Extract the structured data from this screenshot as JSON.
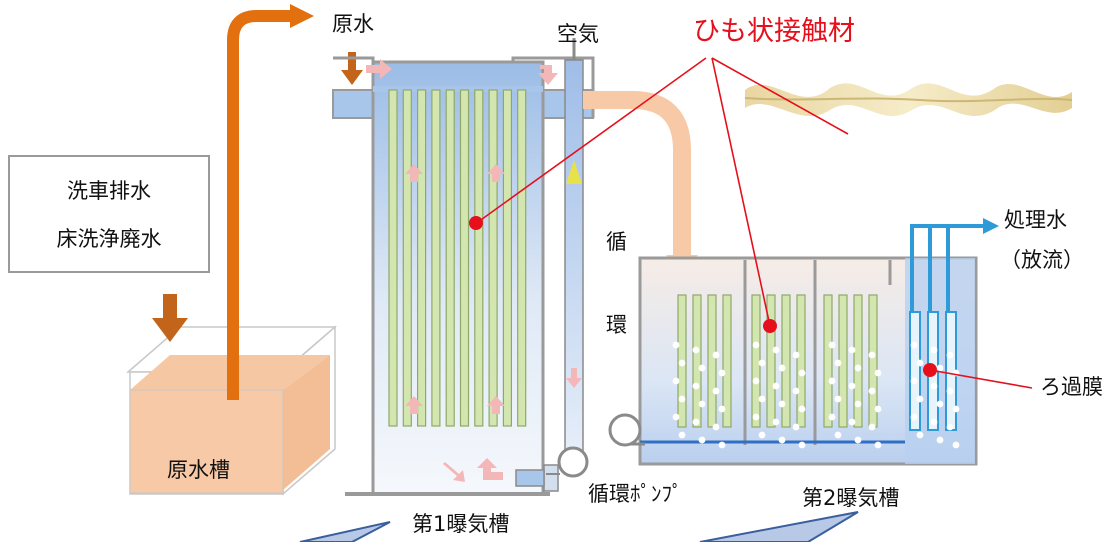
{
  "labels": {
    "wastewater_line1": "洗車排水",
    "wastewater_line2": "床洗浄廃水",
    "raw_water_tank": "原水槽",
    "raw_water": "原水",
    "air": "空気",
    "string_media": "ひも状接触材",
    "circulation_1": "循",
    "circulation_2": "環",
    "circulation_pump": "循環ﾎﾟﾝﾌﾟ",
    "first_aeration_tank": "第1曝気槽",
    "second_aeration_tank": "第2曝気槽",
    "treated_water": "処理水",
    "discharge": "（放流）",
    "filtration_membrane": "ろ過膜"
  },
  "colors": {
    "pipe_orange": "#e2700f",
    "label_red": "#e5101c",
    "tank_blue": "#a8c6ea",
    "media_green": "#d4e6b0",
    "arrow_pink": "#f3b7b7",
    "outflow_peach": "#f8c9a6",
    "treated_water_blue": "#2e9ad7"
  }
}
